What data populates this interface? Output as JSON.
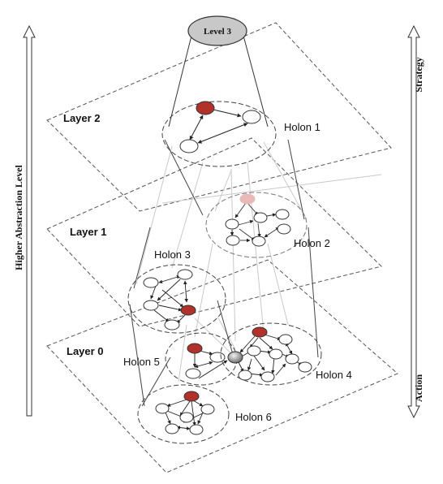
{
  "diagram": {
    "level_top": "Level 3",
    "layers": {
      "layer2": "Layer 2",
      "layer1": "Layer 1",
      "layer0": "Layer 0"
    },
    "holons": {
      "h1": "Holon 1",
      "h2": "Holon 2",
      "h3": "Holon 3",
      "h4": "Holon 4",
      "h5": "Holon 5",
      "h6": "Holon 6"
    },
    "left_axis_label": "Higher Abstraction Level",
    "right_top_label": "Strategy",
    "right_bottom_label": "Action",
    "colors": {
      "active_node": "#b0322b",
      "faded_node": "#e9b8b8",
      "level_fill": "#c8c8c8",
      "line": "#222222"
    }
  }
}
